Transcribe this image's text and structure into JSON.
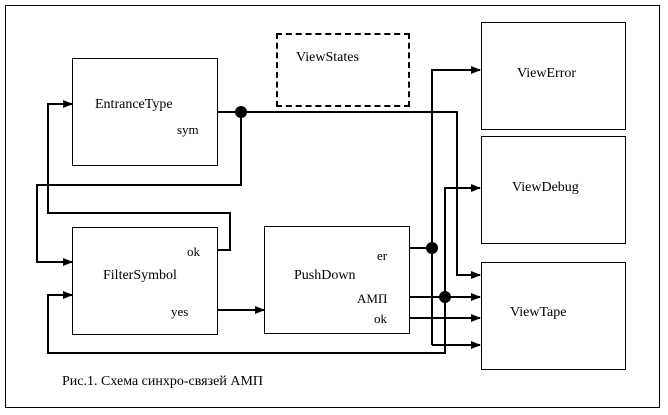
{
  "diagram": {
    "blocks": {
      "entrance_type": {
        "title": "EntranceType",
        "port_sym": "sym"
      },
      "view_states": {
        "title": "ViewStates"
      },
      "view_error": {
        "title": "ViewError"
      },
      "view_debug": {
        "title": "ViewDebug"
      },
      "view_tape": {
        "title": "ViewTape"
      },
      "filter_symbol": {
        "title": "FilterSymbol",
        "port_ok": "ok",
        "port_yes": "yes"
      },
      "push_down": {
        "title": "PushDown",
        "port_er": "er",
        "port_amp": "АМП",
        "port_ok": "ok"
      }
    },
    "caption": "Рис.1. Схема синхро-связей АМП"
  }
}
